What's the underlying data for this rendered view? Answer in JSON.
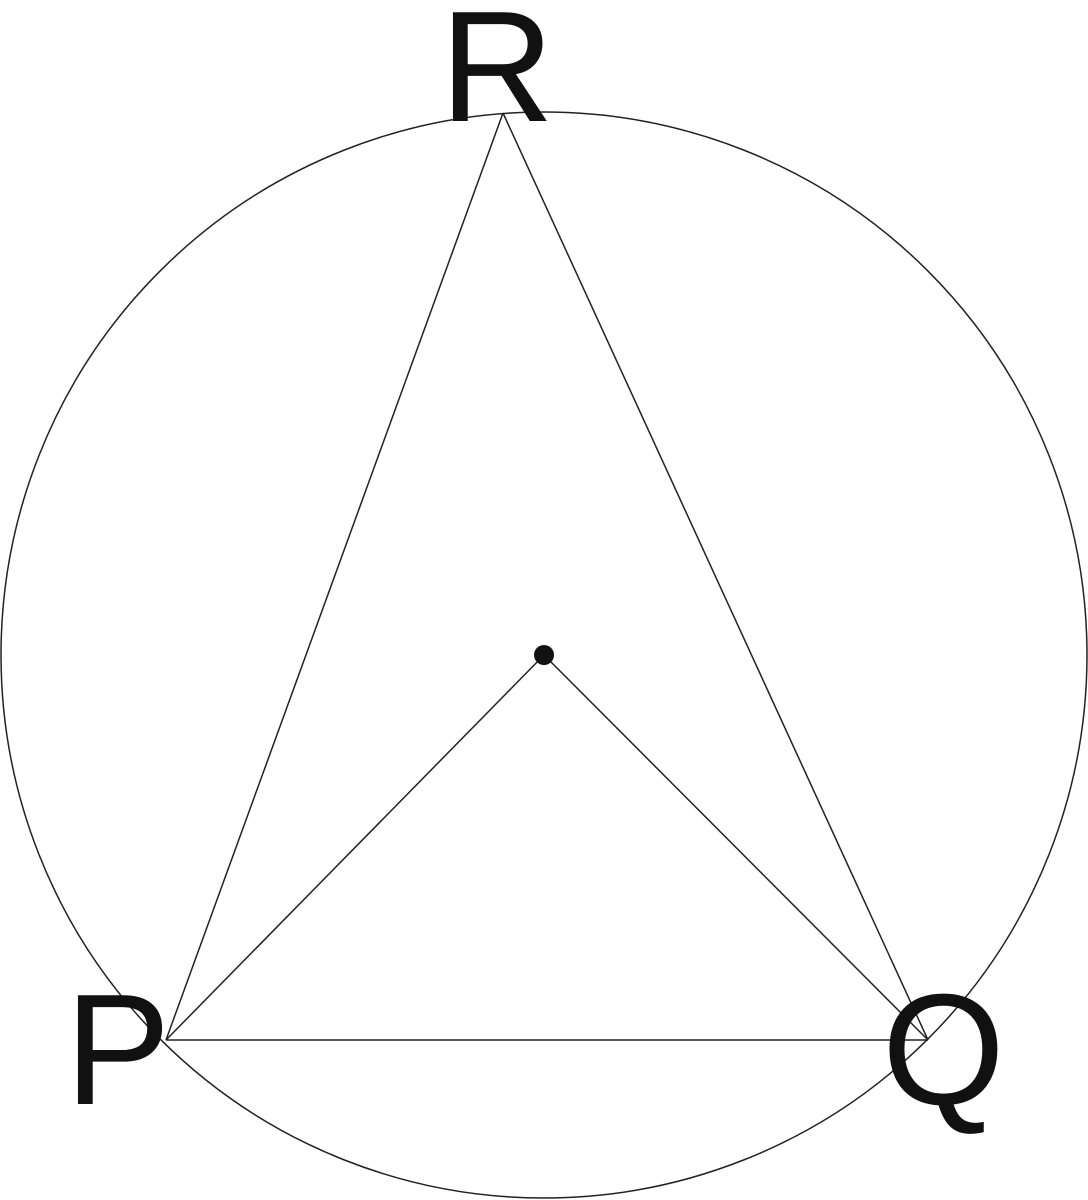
{
  "diagram": {
    "labels": {
      "R": "R",
      "P": "P",
      "Q": "Q"
    },
    "colors": {
      "stroke": "#222222",
      "text": "#111111",
      "background": "#ffffff"
    }
  }
}
